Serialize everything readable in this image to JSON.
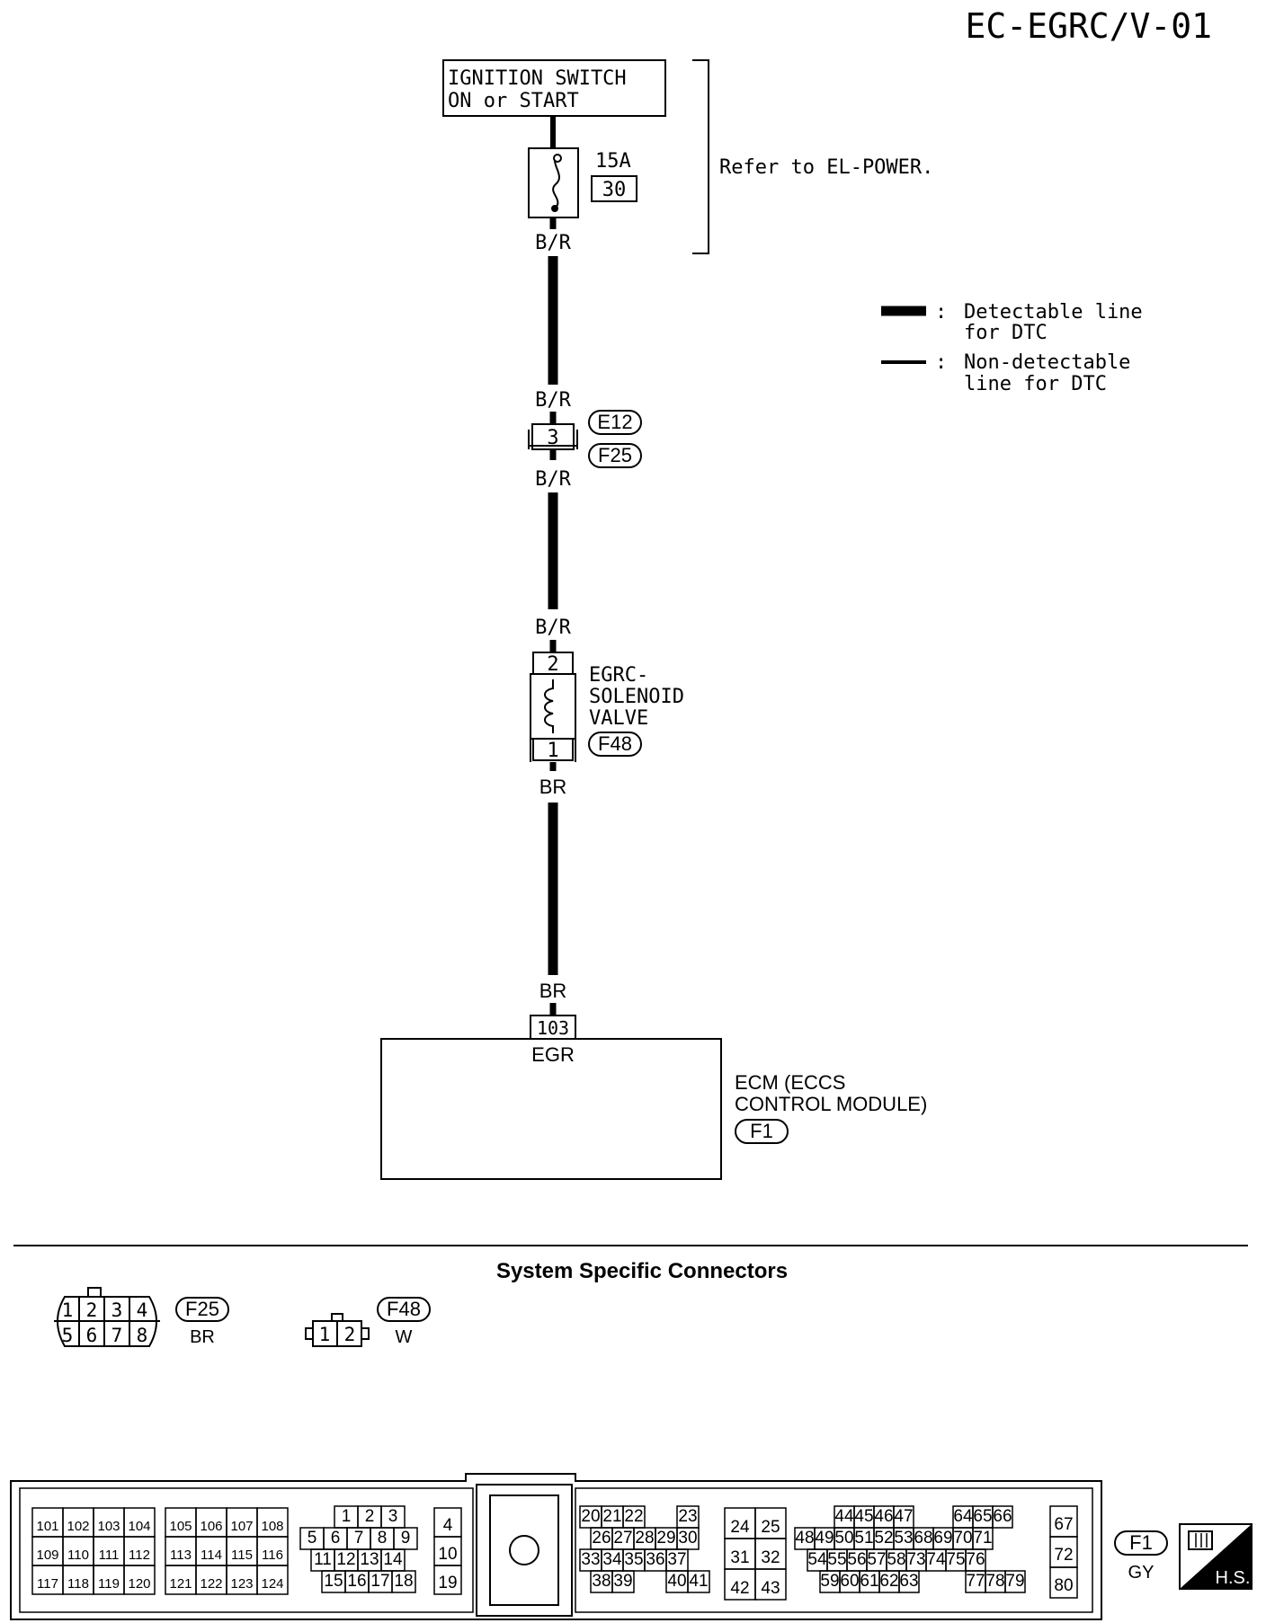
{
  "page_id": "EC-EGRC/V-01",
  "ignition": {
    "line1": "IGNITION SWITCH",
    "line2": "ON or START"
  },
  "fuse": {
    "rating": "15A",
    "number": "30"
  },
  "refer_text": "Refer to EL-POWER.",
  "legend": {
    "detectable_l1": "Detectable line",
    "detectable_l2": "for DTC",
    "non_detectable_l1": "Non-detectable",
    "non_detectable_l2": "line for DTC",
    "colon": ":"
  },
  "wires": {
    "br_r_1": "B/R",
    "br_r_2": "B/R",
    "br_r_3": "B/R",
    "br_r_4": "B/R",
    "br_1": "BR",
    "br_2": "BR"
  },
  "joint_connector": {
    "pin": "3",
    "ref_top": "E12",
    "ref_bottom": "F25"
  },
  "solenoid": {
    "pin_top": "2",
    "pin_bottom": "1",
    "line1": "EGRC-",
    "line2": "SOLENOID",
    "line3": "VALVE",
    "ref": "F48"
  },
  "ecm": {
    "pin": "103",
    "pin_label": "EGR",
    "line1": "ECM (ECCS",
    "line2": "CONTROL MODULE)",
    "ref": "F1"
  },
  "section_title": "System Specific Connectors",
  "f25_connector": {
    "ref": "F25",
    "color": "BR",
    "row1": [
      "1",
      "2",
      "3",
      "4"
    ],
    "row2": [
      "5",
      "6",
      "7",
      "8"
    ]
  },
  "f48_connector": {
    "ref": "F48",
    "color": "W",
    "pins": [
      "1",
      "2"
    ]
  },
  "f1_connector": {
    "ref": "F1",
    "color": "GY",
    "badge": "H.S.",
    "group_a": [
      [
        "101",
        "102",
        "103",
        "104"
      ],
      [
        "109",
        "110",
        "111",
        "112"
      ],
      [
        "117",
        "118",
        "119",
        "120"
      ]
    ],
    "group_b": [
      [
        "105",
        "106",
        "107",
        "108"
      ],
      [
        "113",
        "114",
        "115",
        "116"
      ],
      [
        "121",
        "122",
        "123",
        "124"
      ]
    ],
    "group_c": {
      "row1": [
        "1",
        "2",
        "3"
      ],
      "row2": [
        "5",
        "6",
        "7",
        "8",
        "9"
      ],
      "row3": [
        "11",
        "12",
        "13",
        "14"
      ],
      "row4": [
        "15",
        "16",
        "17",
        "18"
      ]
    },
    "group_d": [
      "4",
      "10",
      "19"
    ],
    "group_e": {
      "row1": [
        "20",
        "21",
        "22",
        "23"
      ],
      "row2": [
        "26",
        "27",
        "28",
        "29",
        "30"
      ],
      "row3": [
        "33",
        "34",
        "35",
        "36",
        "37"
      ],
      "row4": [
        "38",
        "39",
        "40",
        "41"
      ]
    },
    "group_f": [
      [
        "24",
        "25"
      ],
      [
        "31",
        "32"
      ],
      [
        "42",
        "43"
      ]
    ],
    "group_g": {
      "row1": [
        "44",
        "45",
        "46",
        "47",
        "64",
        "65",
        "66"
      ],
      "row2": [
        "48",
        "49",
        "50",
        "51",
        "52",
        "53",
        "68",
        "69",
        "70",
        "71"
      ],
      "row3": [
        "54",
        "55",
        "56",
        "57",
        "58",
        "73",
        "74",
        "75",
        "76"
      ],
      "row4": [
        "59",
        "60",
        "61",
        "62",
        "63",
        "77",
        "78",
        "79"
      ]
    },
    "group_h": [
      "67",
      "72",
      "80"
    ]
  }
}
